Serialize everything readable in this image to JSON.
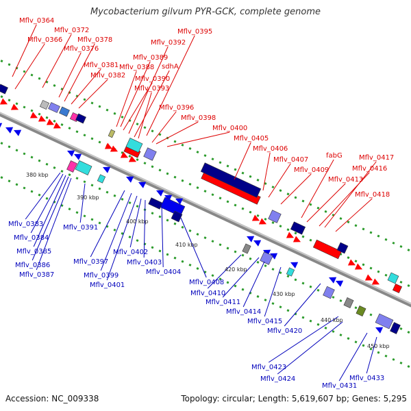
{
  "title": "Mycobacterium gilvum PYR-GCK, complete genome",
  "footer": {
    "accession": "Accession: NC_009338",
    "summary": "Topology: circular; Length: 5,619,607 bp; Genes: 5,295"
  },
  "colors": {
    "backbone": "#a0a0a0",
    "forward_cds": "#ff0000",
    "reverse_cds": "#0000ee",
    "forward_label": "#dd0000",
    "reverse_label": "#0000bb",
    "tick": "#2a9a2a",
    "dark_navy": "#000088",
    "periwinkle": "#8080ee",
    "cyan": "#33dddd",
    "magenta": "#ff33aa",
    "olive": "#6a8a22",
    "gray": "#888888"
  },
  "scale_labels": [
    "380 kbp",
    "390 kbp",
    "400 kbp",
    "410 kbp",
    "420 kbp",
    "430 kbp",
    "440 kbp",
    "450 kbp"
  ],
  "forward_genes": [
    "Mflv_0364",
    "Mflv_0366",
    "Mflv_0372",
    "Mflv_0376",
    "Mflv_0378",
    "Mflv_0381",
    "Mflv_0382",
    "Mflv_0389",
    "Mflv_0388",
    "Mflv_0390",
    "Mflv_0392",
    "Mflv_0395",
    "sdhA",
    "Mflv_0393",
    "Mflv_0396",
    "Mflv_0398",
    "Mflv_0400",
    "Mflv_0405",
    "Mflv_0406",
    "Mflv_0407",
    "Mflv_0409",
    "fabG",
    "Mflv_0413",
    "Mflv_0416",
    "Mflv_0417",
    "Mflv_0418"
  ],
  "reverse_genes": [
    "Mflv_0383",
    "Mflv_0384",
    "Mflv_0385",
    "Mflv_0386",
    "Mflv_0387",
    "Mflv_0391",
    "Mflv_0397",
    "Mflv_0399",
    "Mflv_0401",
    "Mflv_0402",
    "Mflv_0403",
    "Mflv_0404",
    "Mflv_0408",
    "Mflv_0410",
    "Mflv_0411",
    "Mflv_0414",
    "Mflv_0415",
    "Mflv_0420",
    "Mflv_0423",
    "Mflv_0424",
    "Mflv_0431",
    "Mflv_0433"
  ]
}
